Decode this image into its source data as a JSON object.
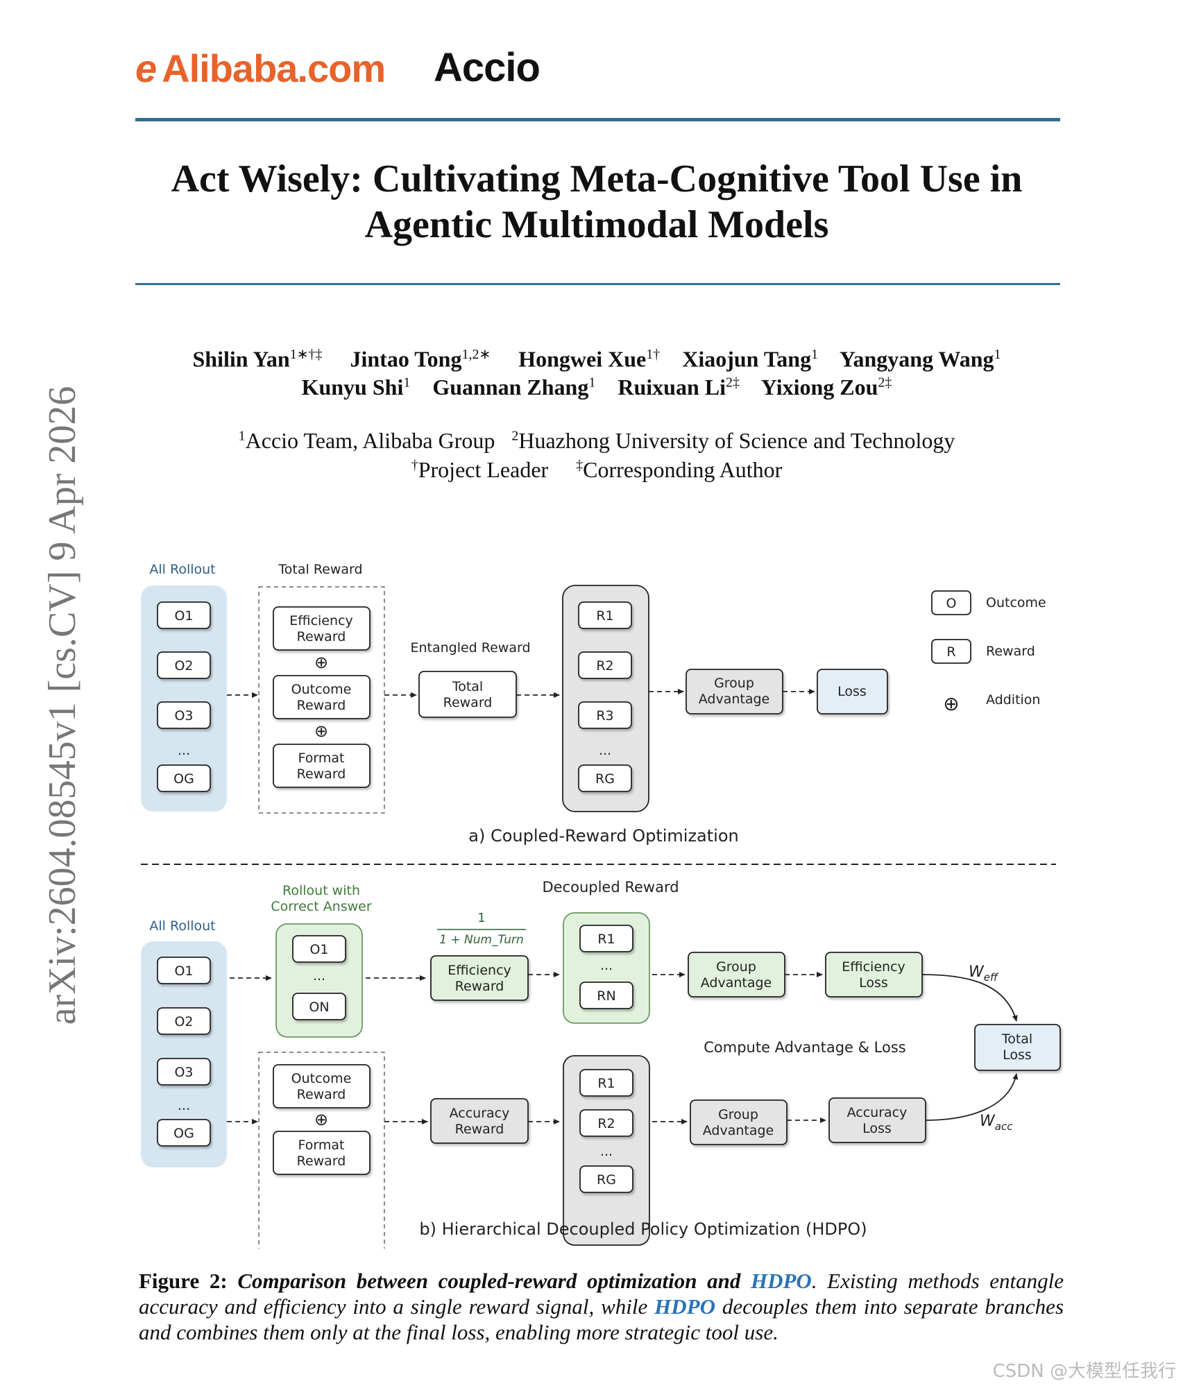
{
  "header": {
    "alibaba_mark": "e",
    "alibaba_logo": "Alibaba.com",
    "accio_logo": "Accio"
  },
  "paper": {
    "title_line1": "Act Wisely: Cultivating Meta-Cognitive Tool Use in",
    "title_line2": "Agentic Multimodal Models",
    "authors": [
      {
        "name": "Shilin Yan",
        "sup": "1∗†‡"
      },
      {
        "name": "Jintao Tong",
        "sup": "1,2∗"
      },
      {
        "name": "Hongwei Xue",
        "sup": "1†"
      },
      {
        "name": "Xiaojun Tang",
        "sup": "1"
      },
      {
        "name": "Yangyang Wang",
        "sup": "1"
      },
      {
        "name": "Kunyu Shi",
        "sup": "1"
      },
      {
        "name": "Guannan Zhang",
        "sup": "1"
      },
      {
        "name": "Ruixuan Li",
        "sup": "2‡"
      },
      {
        "name": "Yixiong Zou",
        "sup": "2‡"
      }
    ],
    "affiliations": [
      {
        "sup": "1",
        "text": "Accio Team, Alibaba Group"
      },
      {
        "sup": "2",
        "text": "Huazhong University of Science and Technology"
      },
      {
        "sup": "†",
        "text": "Project Leader"
      },
      {
        "sup": "‡",
        "text": "Corresponding Author"
      }
    ],
    "arxiv_id": "arXiv:2604.08545v1  [cs.CV]  9 Apr 2026"
  },
  "figure": {
    "a": {
      "all_rollout": "All Rollout",
      "total_reward_title": "Total Reward",
      "outcomes": [
        "O1",
        "O2",
        "O3",
        "OG"
      ],
      "ellipsis": "...",
      "efficiency_reward": [
        "Efficiency",
        "Reward"
      ],
      "outcome_reward": [
        "Outcome",
        "Reward"
      ],
      "format_reward": [
        "Format",
        "Reward"
      ],
      "plus": "⊕",
      "entangled": "Entangled Reward",
      "total_reward": [
        "Total",
        "Reward"
      ],
      "rewards": [
        "R1",
        "R2",
        "R3",
        "RG"
      ],
      "group_adv": [
        "Group",
        "Advantage"
      ],
      "loss": "Loss",
      "legend": [
        {
          "symbol": "O",
          "label": "Outcome"
        },
        {
          "symbol": "R",
          "label": "Reward"
        },
        {
          "symbol": "⊕",
          "label": "Addition"
        }
      ],
      "caption": "a) Coupled-Reward Optimization"
    },
    "b": {
      "all_rollout": "All Rollout",
      "outcomes": [
        "O1",
        "O2",
        "O3",
        "OG"
      ],
      "rollout_correct": [
        "Rollout with",
        "Correct Answer"
      ],
      "correct_outcomes": [
        "O1",
        "ON"
      ],
      "fraction_num": "1",
      "fraction_den": "1 + Num_Turn",
      "efficiency_reward": [
        "Efficiency",
        "Reward"
      ],
      "decoupled": "Decoupled Reward",
      "eff_rewards": [
        "R1",
        "RN"
      ],
      "group_adv": [
        "Group",
        "Advantage"
      ],
      "efficiency_loss": [
        "Efficiency",
        "Loss"
      ],
      "w_eff": "W",
      "w_eff_sub": "eff",
      "compute": "Compute Advantage & Loss",
      "total_loss": [
        "Total",
        "Loss"
      ],
      "outcome_reward": [
        "Outcome",
        "Reward"
      ],
      "format_reward": [
        "Format",
        "Reward"
      ],
      "plus": "⊕",
      "accuracy_reward": [
        "Accuracy",
        "Reward"
      ],
      "acc_rewards": [
        "R1",
        "R2",
        "RG"
      ],
      "accuracy_loss": [
        "Accuracy",
        "Loss"
      ],
      "w_acc": "W",
      "w_acc_sub": "acc",
      "ellipsis": "...",
      "caption": "b) Hierarchical Decoupled Policy Optimization (HDPO)"
    },
    "colors": {
      "blue_fill": "#d5e6f1",
      "green_fill": "#e2f1dd",
      "green_stroke": "#6a9a62",
      "gray_fill": "#e4e4e4",
      "light_blue": "#e3eef7",
      "accent": "#2a72b8"
    }
  },
  "caption": {
    "label": "Figure 2:",
    "bold_part1": "Comparison between coupled-reward optimization and",
    "hdpo1": "HDPO",
    "rest1": ". Existing methods entangle accuracy and efficiency into a single reward signal, while",
    "hdpo2": "HDPO",
    "rest2": "decouples them into separate branches and combines them only at the final loss, enabling more strategic tool use."
  },
  "watermark": "CSDN @大模型任我行"
}
